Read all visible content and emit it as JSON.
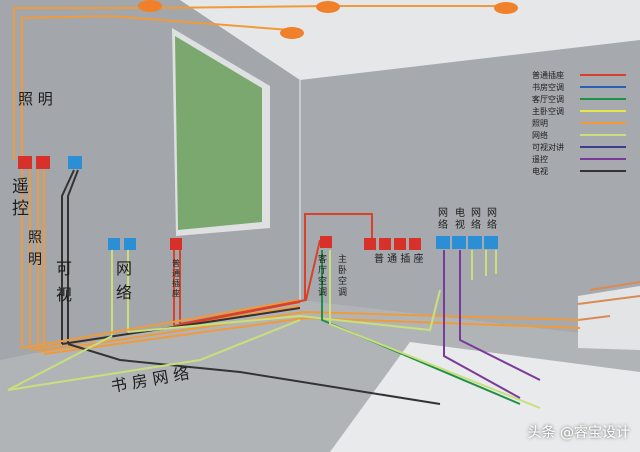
{
  "colors": {
    "ordinary_outlet": "#d8412a",
    "study_ac": "#2a5fb8",
    "living_room_ac": "#1f8f4a",
    "master_bedroom_ac": "#e6e64a",
    "lighting": "#f09a3a",
    "network": "#c8e07a",
    "video_intercom": "#3a3e8a",
    "remote_control": "#7a3a9a",
    "tv": "#333333",
    "box_red": "#d8312a",
    "box_blue": "#2b8fd6",
    "lamp": "#f0802a"
  },
  "legend": [
    {
      "label": "普通插座",
      "color_key": "ordinary_outlet"
    },
    {
      "label": "书房空调",
      "color_key": "study_ac"
    },
    {
      "label": "客厅空调",
      "color_key": "living_room_ac"
    },
    {
      "label": "主卧空调",
      "color_key": "master_bedroom_ac"
    },
    {
      "label": "照明",
      "color_key": "lighting"
    },
    {
      "label": "网络",
      "color_key": "network"
    },
    {
      "label": "可视对讲",
      "color_key": "video_intercom"
    },
    {
      "label": "遥控",
      "color_key": "remote_control"
    },
    {
      "label": "电视",
      "color_key": "tv"
    }
  ],
  "labels": {
    "lighting_top": "照 明",
    "remote_1": "遥",
    "remote_2": "控",
    "lighting_side_1": "照",
    "lighting_side_2": "明",
    "intercom_1": "可",
    "intercom_2": "视",
    "network_left_1": "网",
    "network_left_2": "络",
    "outlet_vertical_1": "普",
    "outlet_vertical_2": "通",
    "outlet_vertical_3": "插",
    "outlet_vertical_4": "座",
    "living_ac": [
      "客",
      "厅",
      "空",
      "调"
    ],
    "master_ac": [
      "主",
      "卧",
      "空",
      "调"
    ],
    "outlet_row": "普 通 插 座",
    "right_boxes": [
      [
        "网",
        "络"
      ],
      [
        "电",
        "视"
      ],
      [
        "网",
        "络"
      ],
      [
        "网",
        "络"
      ]
    ],
    "study_network": "书 房 网 络"
  },
  "watermark": "头条 @睿宝设计"
}
